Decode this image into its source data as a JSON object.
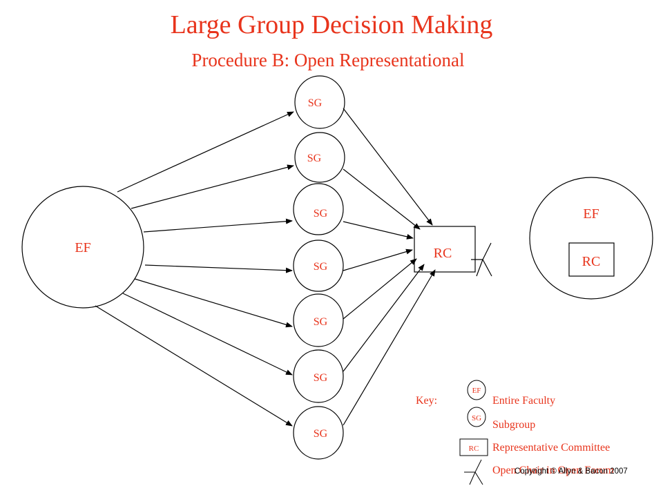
{
  "title": "Large Group Decision Making",
  "subtitle": "Procedure B: Open Representational",
  "colors": {
    "title": "#e8341c",
    "label": "#e8341c",
    "stroke": "#000000"
  },
  "nodes": {
    "entire_faculty": "EF",
    "subgroup": "SG",
    "representative_committee": "RC"
  },
  "subgroup_count": 7,
  "result": {
    "outer": "EF",
    "inner": "RC"
  },
  "key": {
    "label": "Key:",
    "items": [
      {
        "symbol": "EF",
        "text": "Entire Faculty"
      },
      {
        "symbol": "SG",
        "text": "Subgroup"
      },
      {
        "symbol": "RC",
        "text": "Representative Committee"
      },
      {
        "symbol": "",
        "text": "Open Chair in Open Forum"
      }
    ]
  },
  "copyright": "Copyright © Allyn & Bacon 2007"
}
